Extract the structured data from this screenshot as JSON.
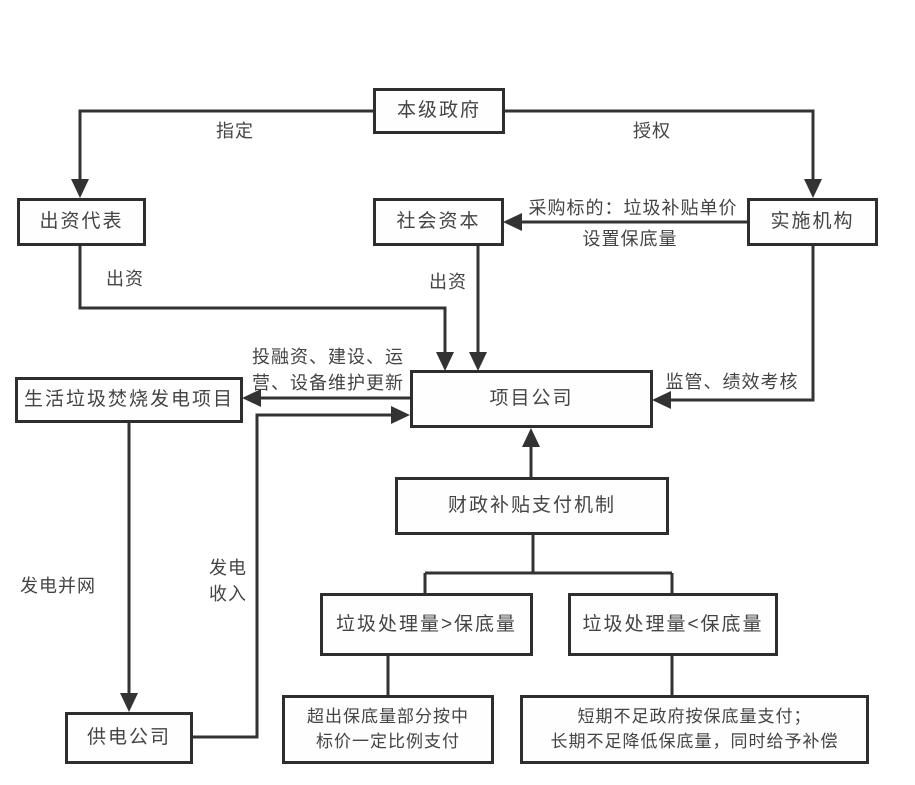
{
  "canvas": {
    "background": "#ffffff",
    "line_color": "#333333"
  },
  "nodes": {
    "government": {
      "label": "本级政府"
    },
    "funder": {
      "label": "出资代表"
    },
    "social_capital": {
      "label": "社会资本"
    },
    "agency": {
      "label": "实施机构"
    },
    "project_company": {
      "label": "项目公司"
    },
    "plant": {
      "label": "生活垃圾焚烧发电项目"
    },
    "mechanism": {
      "label": "财政补贴支付机制"
    },
    "cond_above": {
      "label": "垃圾处理量>保底量"
    },
    "cond_below": {
      "label": "垃圾处理量<保底量"
    },
    "power_company": {
      "label": "供电公司"
    },
    "desc_above": {
      "line1": "超出保底量部分按中",
      "line2": "标价一定比例支付"
    },
    "desc_below": {
      "line1": "短期不足政府按保底量支付；",
      "line2": "长期不足降低保底量，同时给予补偿"
    }
  },
  "edge_labels": {
    "designate": "指定",
    "authorize": "授权",
    "procure_line1": "采购标的：垃圾补贴单价",
    "procure_line2": "设置保底量",
    "invest_left": "出资",
    "invest_right": "出资",
    "services_line1": "投融资、建设、运",
    "services_line2": "营、设备维护更新",
    "supervise": "监管、绩效考核",
    "grid_connection": "发电并网",
    "revenue_line1": "发电",
    "revenue_line2": "收入"
  }
}
